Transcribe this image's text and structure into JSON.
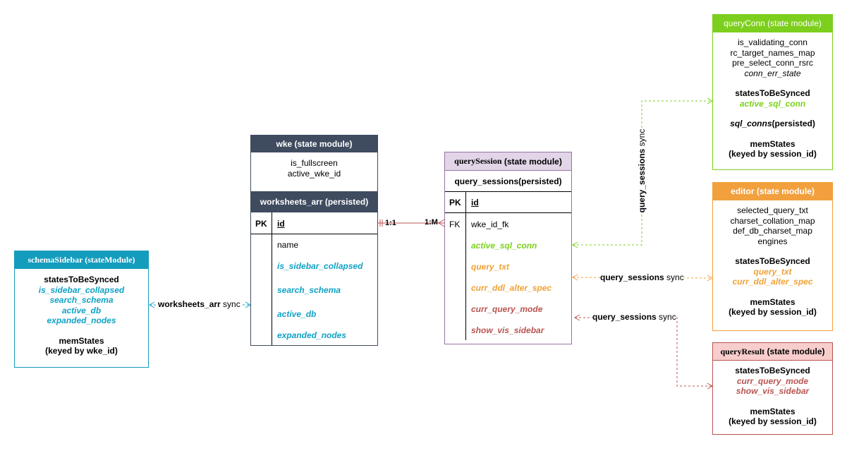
{
  "colors": {
    "wke_header": "#3f4b5f",
    "schema_sidebar": "#149cbd",
    "query_session_header": "#e1d5e7",
    "query_session_border": "#9673a6",
    "query_conn": "#7ccf1c",
    "editor": "#f2a03d",
    "query_result_header": "#f8cecc",
    "query_result_border": "#b85450",
    "blue_text": "#10a2c4",
    "green_text": "#7cd11c",
    "orange_text": "#f0a236",
    "red_text": "#b85450"
  },
  "wke": {
    "title": "wke (state module)",
    "fields": [
      "is_fullscreen",
      "active_wke_id"
    ],
    "table_title": "worksheets_arr (persisted)",
    "pk_label": "PK",
    "pk_field": "id",
    "rows": [
      "name",
      "is_sidebar_collapsed",
      "search_schema",
      "active_db",
      "expanded_nodes"
    ]
  },
  "schema_sidebar": {
    "title": "schemaSidebar (stateModule)",
    "synced_heading": "statesToBeSynced",
    "synced": [
      "is_sidebar_collapsed",
      "search_schema",
      "active_db",
      "expanded_nodes"
    ],
    "mem_heading": "memStates",
    "mem_note": "(keyed by wke_id)"
  },
  "query_session": {
    "title_name": "querySession",
    "title_suffix": " (state module)",
    "table_title": "query_sessions(persisted)",
    "pk_label": "PK",
    "pk_field": "id",
    "fk_label": "FK",
    "fk_field": "wke_id_fk",
    "rows": [
      "active_sql_conn",
      "query_txt",
      "curr_ddl_alter_spec",
      "curr_query_mode",
      "show_vis_sidebar"
    ]
  },
  "query_conn": {
    "title": "queryConn (state module)",
    "fields": [
      "is_validating_conn",
      "rc_target_names_map",
      "pre_select_conn_rsrc"
    ],
    "italic_field": "conn_err_state",
    "synced_heading": "statesToBeSynced",
    "synced": [
      "active_sql_conn"
    ],
    "persisted_name": "sql_conns",
    "persisted_suffix": "(persisted)",
    "mem_heading": "memStates",
    "mem_note": "(keyed by session_id)"
  },
  "editor": {
    "title": "editor (state module)",
    "fields": [
      "selected_query_txt",
      "charset_collation_map",
      "def_db_charset_map",
      "engines"
    ],
    "synced_heading": "statesToBeSynced",
    "synced": [
      "query_txt",
      "curr_ddl_alter_spec"
    ],
    "mem_heading": "memStates",
    "mem_note": "(keyed by session_id)"
  },
  "query_result": {
    "title_name": "queryResult",
    "title_suffix": " (state module)",
    "synced_heading": "statesToBeSynced",
    "synced": [
      "curr_query_mode",
      "show_vis_sidebar"
    ],
    "mem_heading": "memStates",
    "mem_note": "(keyed by session_id)"
  },
  "edges": {
    "worksheets_sync_bold": "worksheets_arr",
    "worksheets_sync_rest": " sync",
    "card_one": "1:1",
    "card_many": "1:M",
    "qs_sync_bold": "query_sessions",
    "qs_sync_rest": " sync"
  }
}
